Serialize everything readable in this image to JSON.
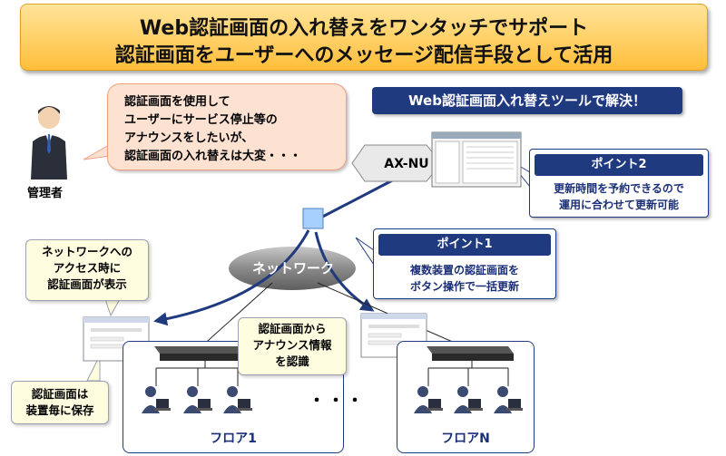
{
  "banner": {
    "line1": "Web認証画面の入れ替えをワンタッチでサポート",
    "line2": "認証画面をユーザーへのメッセージ配信手段として活用"
  },
  "admin": {
    "label": "管理者",
    "bubble": [
      "認証画面を使用して",
      "ユーザーにサービス停止等の",
      "アナウンスをしたいが、",
      "認証画面の入れ替えは大変・・・"
    ]
  },
  "tool_title": "Web認証画面入れ替えツールで解決！",
  "server_label": "AX-NU",
  "point2": {
    "title": "ポイント2",
    "lines": [
      "更新時間を予約できるので",
      "運用に合わせて更新可能"
    ]
  },
  "point1": {
    "title": "ポイント1",
    "lines": [
      "複数装置の認証画面を",
      "ボタン操作で一括更新"
    ]
  },
  "network_label": "ネットワーク",
  "callouts": {
    "access": [
      "ネットワークへの",
      "アクセス時に",
      "認証画面が表示"
    ],
    "recognize": [
      "認証画面から",
      "アナウンス情報",
      "を認識"
    ],
    "store": [
      "認証画面は",
      "装置毎に保存"
    ]
  },
  "floors": {
    "floor1": "フロア1",
    "floorN": "フロアN",
    "ellipsis": "・・・"
  },
  "colors": {
    "banner": "#ffc94a",
    "navy": "#203a80",
    "network": "#8a8a8a",
    "bubble": "#fde2d2",
    "callout": "#fffde0"
  }
}
